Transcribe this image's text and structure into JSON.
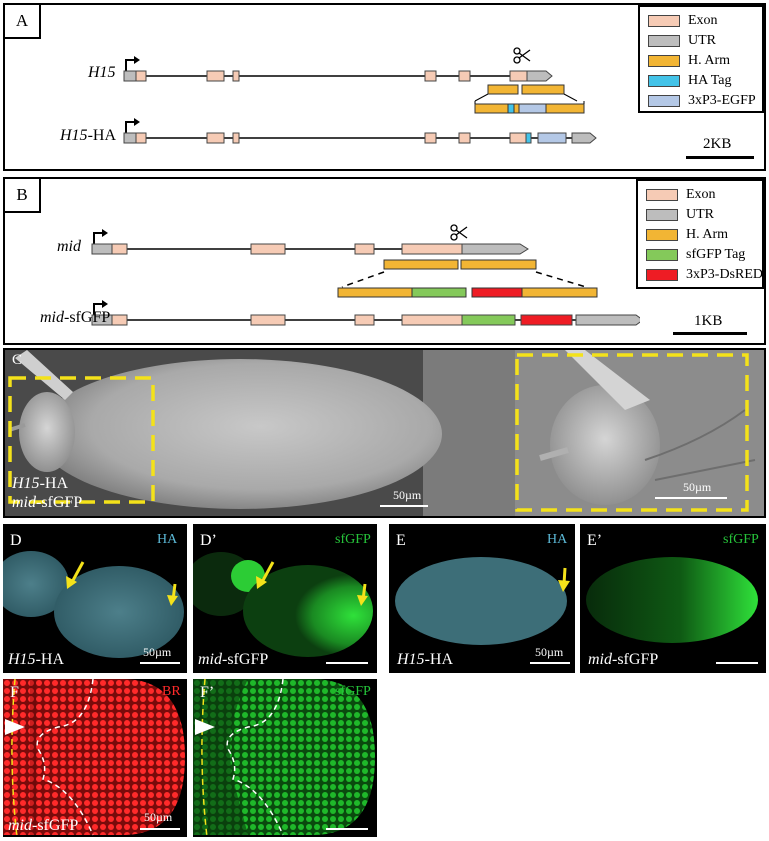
{
  "panels": {
    "A": {
      "label": "A",
      "gene_top": "H15",
      "gene_bottom_italic": "H15",
      "gene_bottom_suffix": "-HA",
      "legend": [
        {
          "label": "Exon",
          "color": "#f6cbb5"
        },
        {
          "label": "UTR",
          "color": "#bdbdbd"
        },
        {
          "label": "H. Arm",
          "color": "#f2b534"
        },
        {
          "label": "HA Tag",
          "color": "#43c3e8"
        },
        {
          "label": "3xP3-EGFP",
          "color": "#b4c8e6"
        }
      ],
      "scale": "2KB"
    },
    "B": {
      "label": "B",
      "gene_top": "mid",
      "gene_bottom_italic": "mid",
      "gene_bottom_suffix": "-sfGFP",
      "legend": [
        {
          "label": "Exon",
          "color": "#f6cbb5"
        },
        {
          "label": "UTR",
          "color": "#bdbdbd"
        },
        {
          "label": "H. Arm",
          "color": "#f2b534"
        },
        {
          "label": "sfGFP Tag",
          "color": "#84c95a"
        },
        {
          "label": "3xP3-DsRED",
          "color": "#ee1c24"
        }
      ],
      "scale": "1KB"
    },
    "C": {
      "label": "C",
      "genotype_line1_italic": "H15",
      "genotype_line1_suffix": "-HA",
      "genotype_line2_italic": "mid",
      "genotype_line2_suffix": "-sfGFP",
      "scale_left": "50µm",
      "scale_right": "50µm"
    },
    "D": {
      "label": "D",
      "channel": "HA",
      "gen_italic": "H15",
      "gen_suffix": "-HA",
      "scale": "50µm"
    },
    "D2": {
      "label": "D’",
      "channel": "sfGFP",
      "gen_italic": "mid",
      "gen_suffix": "-sfGFP"
    },
    "E": {
      "label": "E",
      "channel": "HA",
      "gen_italic": "H15",
      "gen_suffix": "-HA",
      "scale": "50µm"
    },
    "E2": {
      "label": "E’",
      "channel": "sfGFP",
      "gen_italic": "mid",
      "gen_suffix": "-sfGFP"
    },
    "F": {
      "label": "F",
      "channel": "BR",
      "gen_italic": "mid",
      "gen_suffix": "-sfGFP",
      "scale": "50µm"
    },
    "F2": {
      "label": "F’",
      "channel": "sfGFP"
    }
  },
  "colors": {
    "HA_channel": "#5bb8d6",
    "sfGFP_channel": "#26c43a",
    "BR_channel": "#ff2a2a",
    "arrow": "#f4e21a",
    "dashed_yellow": "#f4e21a"
  }
}
